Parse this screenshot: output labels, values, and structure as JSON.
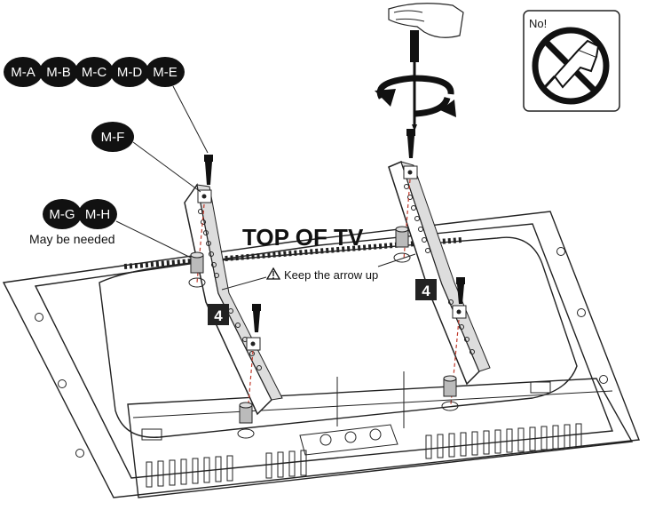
{
  "parts": {
    "ma_me": [
      "M-A",
      "M-B",
      "M-C",
      "M-D",
      "M-E"
    ],
    "mf": "M-F",
    "mg": "M-G",
    "mh": "M-H",
    "maybe_needed": "May be needed"
  },
  "labels": {
    "top_of_tv": "TOP OF TV",
    "keep_arrow": "Keep the arrow up",
    "step_left": "4",
    "step_right": "4",
    "no_label": "No!"
  },
  "icons": {
    "screwdriver": "screwdriver-icon",
    "rotate": "rotate-arrow-icon",
    "no_power_drill": "no-power-drill-icon",
    "warning": "warning-triangle-icon"
  },
  "colors": {
    "ink": "#111111",
    "guide_red": "#c0392b",
    "step_box": "#222222"
  }
}
